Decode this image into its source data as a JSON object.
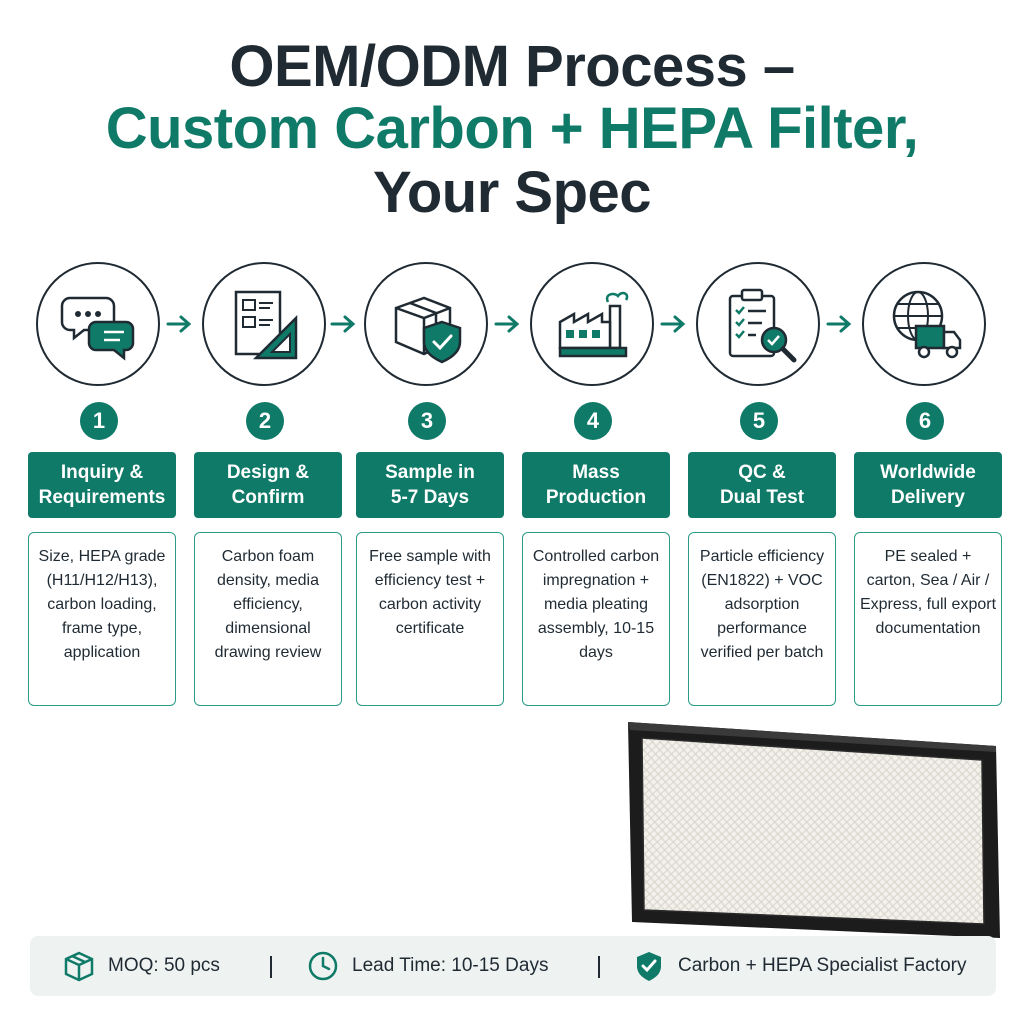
{
  "header": {
    "line1": "OEM/ODM Process –",
    "line2": "Custom Carbon + HEPA Filter,",
    "line3": "Your Spec"
  },
  "colors": {
    "accent": "#0f7a68",
    "text": "#1f2a33",
    "bar_bg": "#eef3f2"
  },
  "steps": [
    {
      "number": "1",
      "icon": "chat-bubbles-icon",
      "label": "Inquiry &\nRequirements",
      "desc": "Size, HEPA grade (H11/H12/H13), carbon loading, frame type, application"
    },
    {
      "number": "2",
      "icon": "blueprint-icon",
      "label": "Design &\nConfirm",
      "desc": "Carbon foam density, media efficiency, dimensional drawing review"
    },
    {
      "number": "3",
      "icon": "box-shield-icon",
      "label": "Sample in\n5-7 Days",
      "desc": "Free sample with efficiency test + carbon activity certificate"
    },
    {
      "number": "4",
      "icon": "factory-icon",
      "label": "Mass\nProduction",
      "desc": "Controlled carbon impregnation + media pleating assembly, 10-15 days"
    },
    {
      "number": "5",
      "icon": "clipboard-check-icon",
      "label": "QC &\nDual Test",
      "desc": "Particle efficiency (EN1822) + VOC adsorption performance verified per batch"
    },
    {
      "number": "6",
      "icon": "globe-truck-icon",
      "label": "Worldwide\nDelivery",
      "desc": "PE sealed + carton, Sea / Air / Express, full export documentation"
    }
  ],
  "footer": {
    "moq": "MOQ: 50 pcs",
    "lead_time": "Lead Time: 10-15 Days",
    "specialist": "Carbon + HEPA Specialist Factory"
  }
}
